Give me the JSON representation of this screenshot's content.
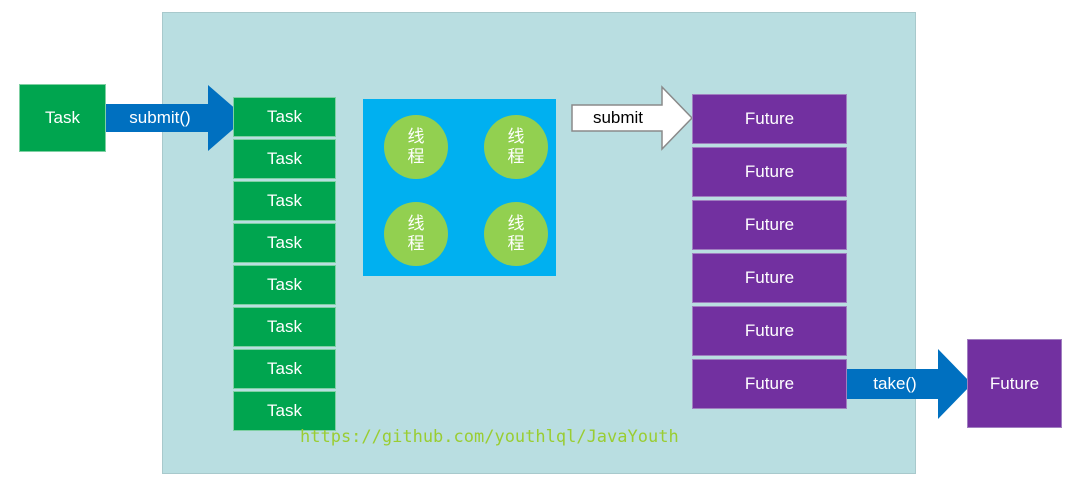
{
  "external_task": "Task",
  "submit_call": "submit()",
  "queue": [
    "Task",
    "Task",
    "Task",
    "Task",
    "Task",
    "Task",
    "Task",
    "Task"
  ],
  "thread_pool": [
    {
      "top": "线",
      "bottom": "程"
    },
    {
      "top": "线",
      "bottom": "程"
    },
    {
      "top": "线",
      "bottom": "程"
    },
    {
      "top": "线",
      "bottom": "程"
    }
  ],
  "submit_label": "submit",
  "futures": [
    "Future",
    "Future",
    "Future",
    "Future",
    "Future",
    "Future"
  ],
  "take_call": "take()",
  "result_future": "Future",
  "watermark": "https://github.com/youthlql/JavaYouth",
  "colors": {
    "task_green": "#00a54f",
    "future_purple": "#7230a0",
    "pool_blue": "#00b0f0",
    "thread_green": "#92d050",
    "arrow_blue": "#0070c0",
    "container": "#b9dee1"
  }
}
